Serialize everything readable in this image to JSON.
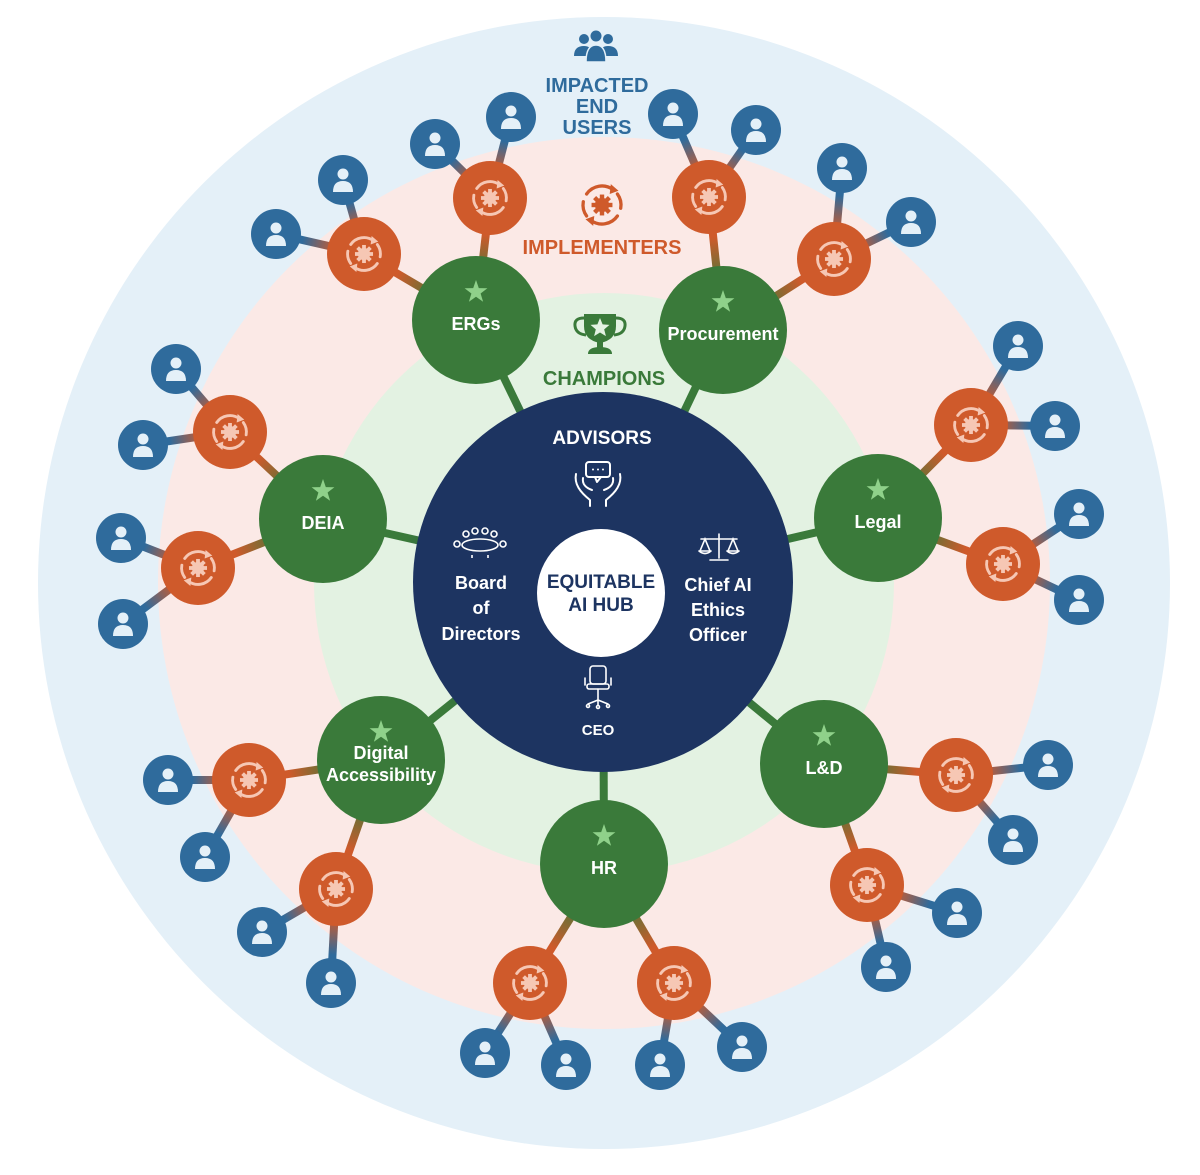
{
  "hub": {
    "title_line1": "EQUITABLE",
    "title_line2": "AI HUB"
  },
  "rings": {
    "end_users": {
      "line1": "IMPACTED",
      "line2": "END",
      "line3": "USERS",
      "icon": "people-group-icon"
    },
    "implementers": {
      "label": "IMPLEMENTERS",
      "icon": "gear-cycle-icon"
    },
    "champions": {
      "label": "CHAMPIONS",
      "icon": "trophy-star-icon"
    },
    "advisors": {
      "label": "ADVISORS",
      "icon": "hands-chat-icon"
    }
  },
  "advisors": [
    {
      "id": "board",
      "lines": [
        "Board",
        "of",
        "Directors"
      ],
      "icon": "boardroom-icon"
    },
    {
      "id": "chief",
      "lines": [
        "Chief AI",
        "Ethics",
        "Officer"
      ],
      "icon": "scales-icon"
    },
    {
      "id": "ceo",
      "lines": [
        "CEO"
      ],
      "icon": "office-chair-icon"
    }
  ],
  "champions": [
    {
      "id": "ergs",
      "lines": [
        "ERGs"
      ]
    },
    {
      "id": "procurement",
      "lines": [
        "Procurement"
      ]
    },
    {
      "id": "legal",
      "lines": [
        "Legal"
      ]
    },
    {
      "id": "ld",
      "lines": [
        "L&D"
      ]
    },
    {
      "id": "hr",
      "lines": [
        "HR"
      ]
    },
    {
      "id": "digital-accessibility",
      "lines": [
        "Digital",
        "Accessibility"
      ]
    },
    {
      "id": "deia",
      "lines": [
        "DEIA"
      ]
    }
  ],
  "colors": {
    "outer_ring": "#e4f0f8",
    "implementer_ring": "#fbe9e6",
    "champion_ring": "#e3f2e2",
    "hub": "#1d3461",
    "champion": "#3a7a3a",
    "implementer": "#cf5a2b",
    "user": "#2f6b9c",
    "star": "#8fd18a",
    "label_blue": "#2f6b9c",
    "label_orange": "#cf5a2b",
    "label_green": "#3a7a3a"
  }
}
